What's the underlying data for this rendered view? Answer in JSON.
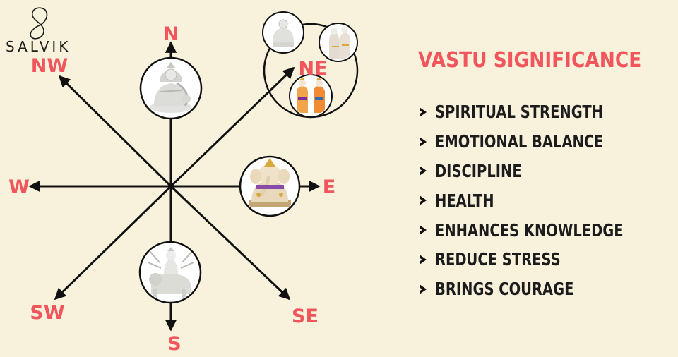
{
  "brand": {
    "name": "SALVIK",
    "mark_icon": "script-s-logo-icon"
  },
  "compass": {
    "directions": {
      "n": "N",
      "ne": "NE",
      "e": "E",
      "se": "SE",
      "s": "S",
      "sw": "SW",
      "w": "W",
      "nw": "NW"
    },
    "idols": [
      {
        "direction": "N",
        "icon": "saraswati-idol-icon"
      },
      {
        "direction": "E",
        "icon": "ganesha-idol-icon"
      },
      {
        "direction": "S",
        "icon": "durga-idol-icon"
      },
      {
        "direction": "NE",
        "icon": "buddha-idol-icon"
      },
      {
        "direction": "NE",
        "icon": "radha-krishna-idol-icon"
      },
      {
        "direction": "NE",
        "icon": "deity-pair-idol-icon"
      }
    ],
    "colors": {
      "label": "#f0565c",
      "lines": "#111111",
      "background": "#f8f2dc"
    }
  },
  "panel": {
    "title": "VASTU SIGNIFICANCE",
    "bullet_icon": "chevron-right-icon",
    "items": [
      "SPIRITUAL STRENGTH",
      "EMOTIONAL BALANCE",
      "DISCIPLINE",
      "HEALTH",
      "ENHANCES KNOWLEDGE",
      "REDUCE STRESS",
      "BRINGS COURAGE"
    ]
  }
}
